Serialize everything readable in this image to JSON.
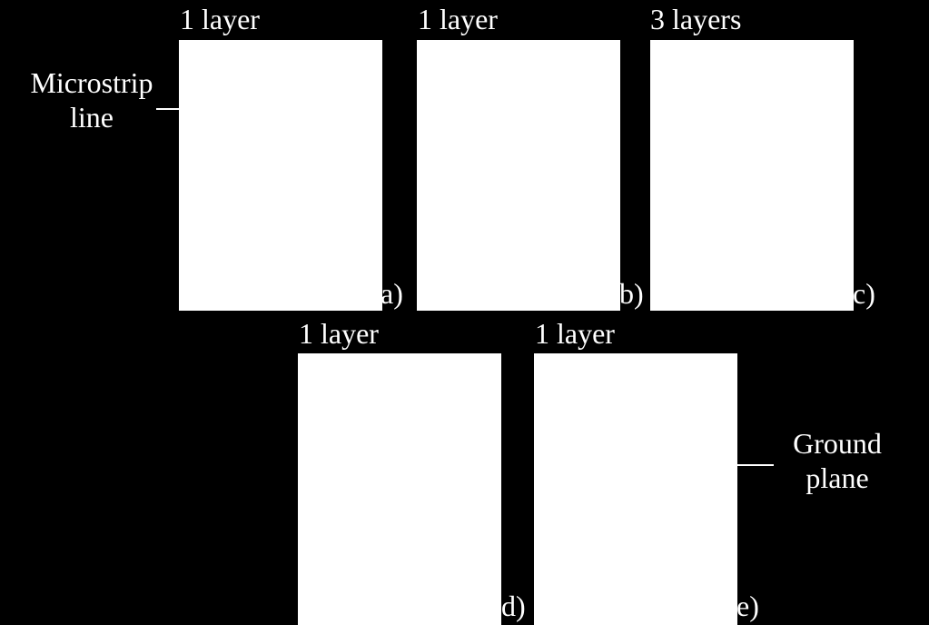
{
  "panels": [
    {
      "layer_label": "1 layer",
      "tag": "a)"
    },
    {
      "layer_label": "1 layer",
      "tag": "b)"
    },
    {
      "layer_label": "3 layers",
      "tag": "c)"
    },
    {
      "layer_label": "1 layer",
      "tag": "d)"
    },
    {
      "layer_label": "1 layer",
      "tag": "e)"
    }
  ],
  "annotations": {
    "microstrip": {
      "line1": "Microstrip",
      "line2": "line"
    },
    "ground": {
      "line1": "Ground",
      "line2": "plane"
    }
  },
  "colors": {
    "background": "#000000",
    "panel": "#ffffff",
    "text": "#ffffff"
  }
}
